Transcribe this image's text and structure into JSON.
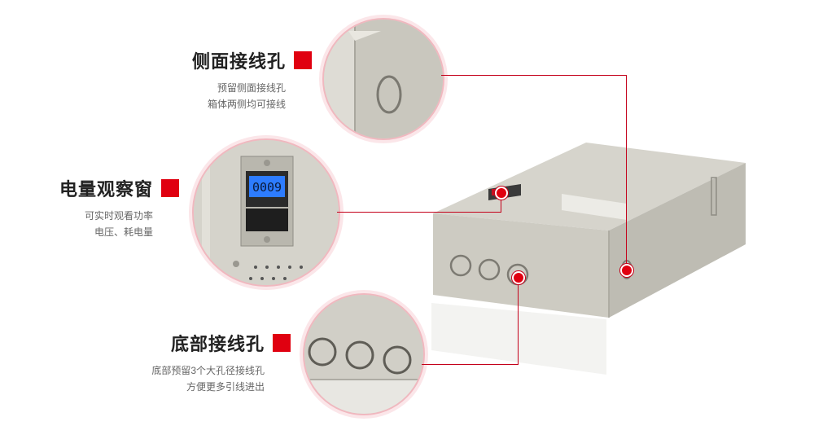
{
  "features": [
    {
      "title": "侧面接线孔",
      "desc": [
        "预留侧面接线孔",
        "箱体两侧均可接线"
      ]
    },
    {
      "title": "电量观察窗",
      "desc": [
        "可实时观看功率",
        "电压、耗电量"
      ]
    },
    {
      "title": "底部接线孔",
      "desc": [
        "底部预留3个大孔径接线孔",
        "方便更多引线进出"
      ]
    }
  ],
  "lcd_reading": "0009",
  "colors": {
    "accent": "#e00010",
    "ring": "#f0b8bf",
    "box": "#d9d7cf"
  }
}
